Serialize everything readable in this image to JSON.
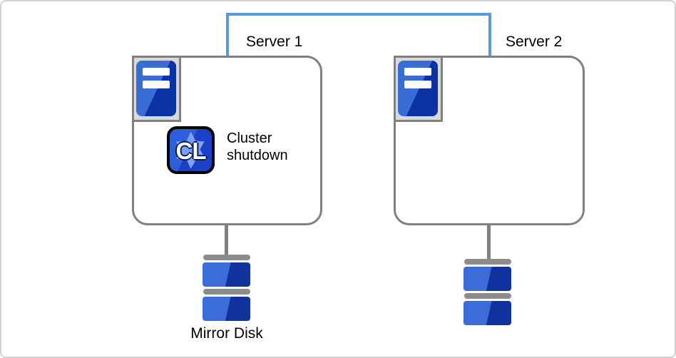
{
  "nodes": {
    "server1": {
      "label": "Server 1"
    },
    "server2": {
      "label": "Server 2"
    },
    "cluster_action": {
      "badge": "CL",
      "label_line1": "Cluster",
      "label_line2": "shutdown"
    },
    "mirror_disk": {
      "label": "Mirror Disk"
    }
  },
  "icons": {
    "server1_icon": "server-tower-icon",
    "server2_icon": "server-tower-icon",
    "cluster_badge_icon": "cluster-app-icon",
    "disk_icon": "disk-stack-icon"
  },
  "colors": {
    "canvas_border": "#d2d2d2",
    "interconnect": "#5b9bd5",
    "node_border": "#808080",
    "icon_frame_fill": "#d9d9d9",
    "blue_light": "#3a6cd6",
    "blue_dark": "#0c33a5",
    "disk_light": "#3b6cd9",
    "disk_dark": "#10339e",
    "disk_bar_gray": "#8c8c8c",
    "cl_bg_light": "#2e5fda",
    "cl_bg_dark": "#1a41c6",
    "cl_gear_blue": "#7f9ff3",
    "label_text": "#000000"
  }
}
